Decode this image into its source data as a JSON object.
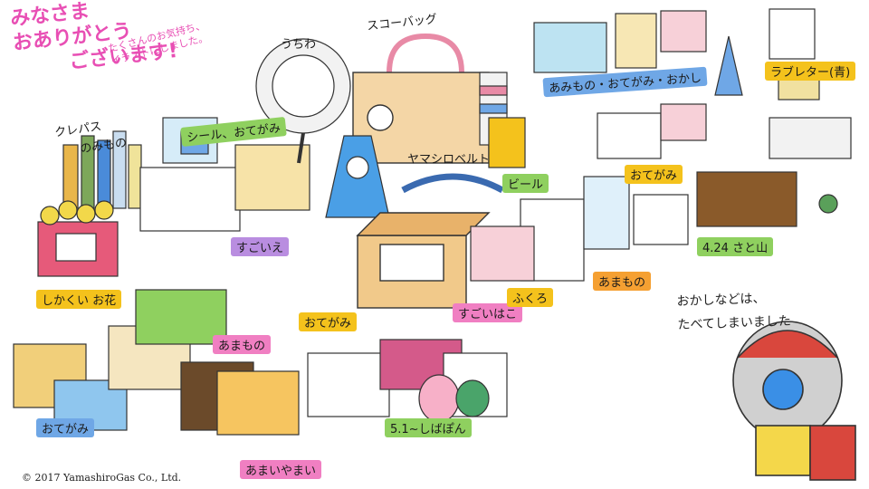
{
  "title": {
    "line1": "みなさま",
    "line2": "おありがとう",
    "line3": "ございます!",
    "sub1": "たくさんのお気持ち、",
    "sub2": "イラストにしました。"
  },
  "labels": {
    "kurepasu": "クレパス",
    "nomimono": "のみもの",
    "uchiwa": "うちわ",
    "sucoo_bag": "スコーバッグ",
    "amimono_otegami_okashi": "あみもの・おてがみ・おかし",
    "seal_otegami": "シール、おてがみ",
    "love_letter": "ラブレター(青)",
    "yamashiro_belt": "ヤマシロベルト",
    "beer": "ビール",
    "otegami_right": "おてがみ",
    "shikakui_ohana": "しかくい お花",
    "sugoi_e": "すごいえ",
    "otegami_center": "おてがみ",
    "sugoi_hako": "すごいはこ",
    "fukuro": "ふくろ",
    "amamono_right": "あまもの",
    "satoyama": "4.24 さと山",
    "okashi_note_1": "おかしなどは、",
    "okashi_note_2": "たべてしまいました",
    "amamono_left": "あまもの",
    "otegami_bottom": "おてがみ",
    "shibaban": "5.1~しばぽん",
    "amai_yamai": "あまいやまい"
  },
  "copyright": "© 2017 YamashiroGas Co., Ltd.",
  "colors": {
    "title_pink": "#e84fb4",
    "label_yellow": "#f4c21c",
    "label_purple": "#b98de0",
    "label_blue": "#6fa7e6",
    "label_green": "#8fd05f",
    "label_orange": "#f5a032",
    "label_pink": "#f07fc2"
  }
}
